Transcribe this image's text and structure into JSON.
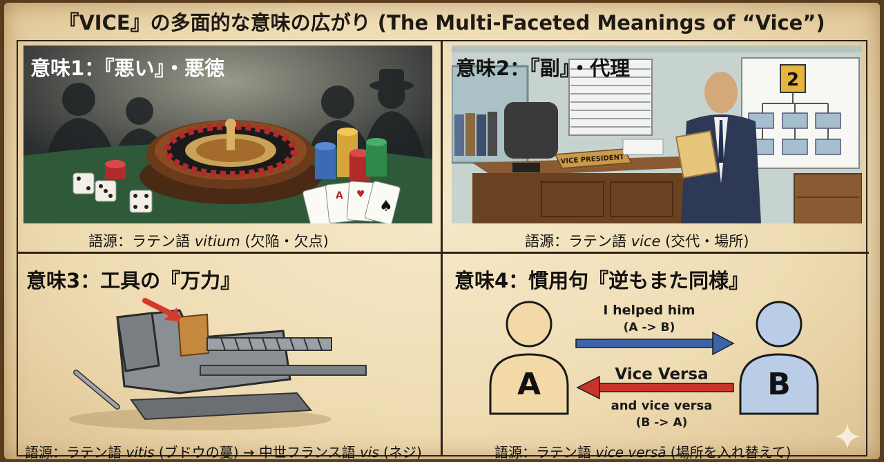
{
  "title": "『VICE』の多面的な意味の広がり (The Multi-Faceted Meanings of “Vice”)",
  "panels": [
    {
      "heading": "意味1：『悪い』・悪徳",
      "etym_prefix": "語源：ラテン語 ",
      "etym_word": "vitium",
      "etym_suffix": " (欠陥・欠点)"
    },
    {
      "heading": "意味2：『副』・代理",
      "sign": "VICE PRESIDENT",
      "chart_badge": "2",
      "etym_prefix": "語源：ラテン語 ",
      "etym_word": "vice",
      "etym_suffix": " (交代・場所)"
    },
    {
      "heading": "意味3：工具の『万力』",
      "etym_prefix": "語源：ラテン語 ",
      "etym_word": "vitis",
      "etym_middle": " (ブドウの蔓) → 中世フランス語 ",
      "etym_word2": "vis",
      "etym_suffix": " (ネジ)"
    },
    {
      "heading": "意味4：慣用句『逆もまた同様』",
      "person_a": "A",
      "person_b": "B",
      "top_label": "I helped him",
      "top_sub": "(A -> B)",
      "bottom_label": "Vice Versa",
      "bottom_line2": "and vice versa",
      "bottom_sub": "(B -> A)",
      "arrow_colors": {
        "forward": "#3d64a8",
        "back": "#c8332b"
      },
      "etym_prefix": "語源：ラテン語 ",
      "etym_word": "vice versā",
      "etym_suffix": " (場所を入れ替えて)"
    }
  ],
  "colors": {
    "parchment": "#efdfb8",
    "ink": "#1e1a14",
    "felt": "#2f5a3a"
  }
}
